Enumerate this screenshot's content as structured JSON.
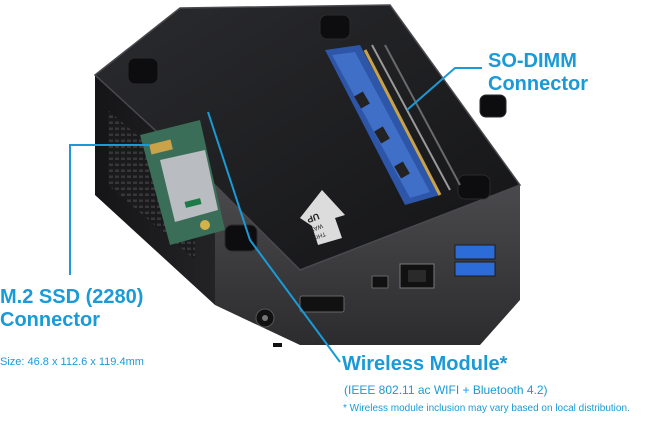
{
  "labels": {
    "sodimm": [
      "SO-DIMM",
      "Connector"
    ],
    "m2": [
      "M.2 SSD (2280)",
      "Connector"
    ],
    "wireless": "Wireless Module*",
    "wireless_sub": "(IEEE 802.11 ac WIFI + Bluetooth 4.2)",
    "note": "* Wireless module inclusion may vary based on local distribution.",
    "size": "Size: 46.8 x 112.6 x 119.4mm"
  },
  "device": {
    "arrow_text": [
      "THIS",
      "WAY",
      "UP"
    ],
    "ports": [
      "hdmi-port",
      "mini-displayport",
      "ethernet-port",
      "usb-port-1",
      "usb-port-2",
      "power-jack"
    ]
  },
  "colors": {
    "accent": "#1a9ad6",
    "body_dark": "#1c1c1e",
    "panel_grey": "#3a3a3c",
    "usb_blue": "#2c6cd8"
  }
}
